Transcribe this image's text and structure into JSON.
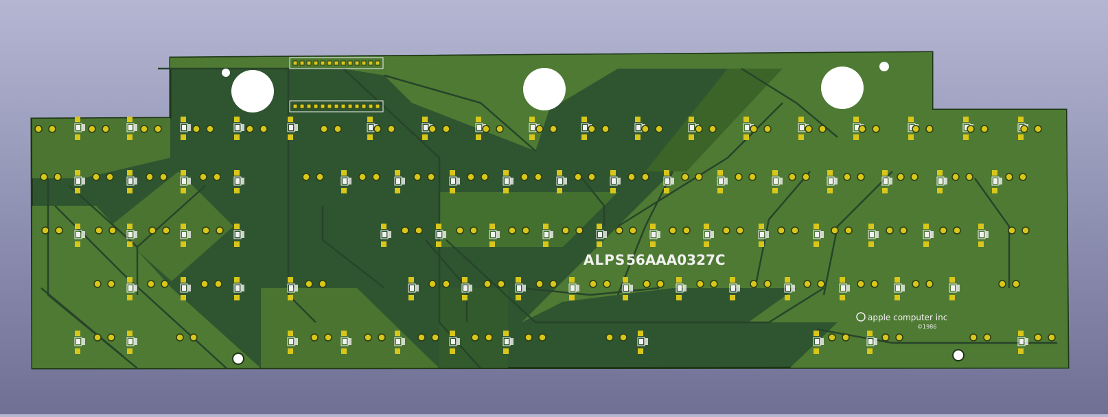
{
  "board": {
    "silkscreen_brand": "ALPS",
    "silkscreen_part": "56AAA0327C",
    "silkscreen_logo_text": "apple computer inc",
    "silkscreen_small_label": "©1986",
    "colors": {
      "background_top": "#b4b6d2",
      "background_bottom": "#6f7093",
      "board_edge": "#2c4a1f",
      "copper_pour": "#4e7a33",
      "board_base": "#2f5530",
      "trace": "#27442a",
      "pad": "#d8c61a",
      "silkscreen": "#f1f1f1",
      "mounting_hole": "#ffffff"
    }
  }
}
